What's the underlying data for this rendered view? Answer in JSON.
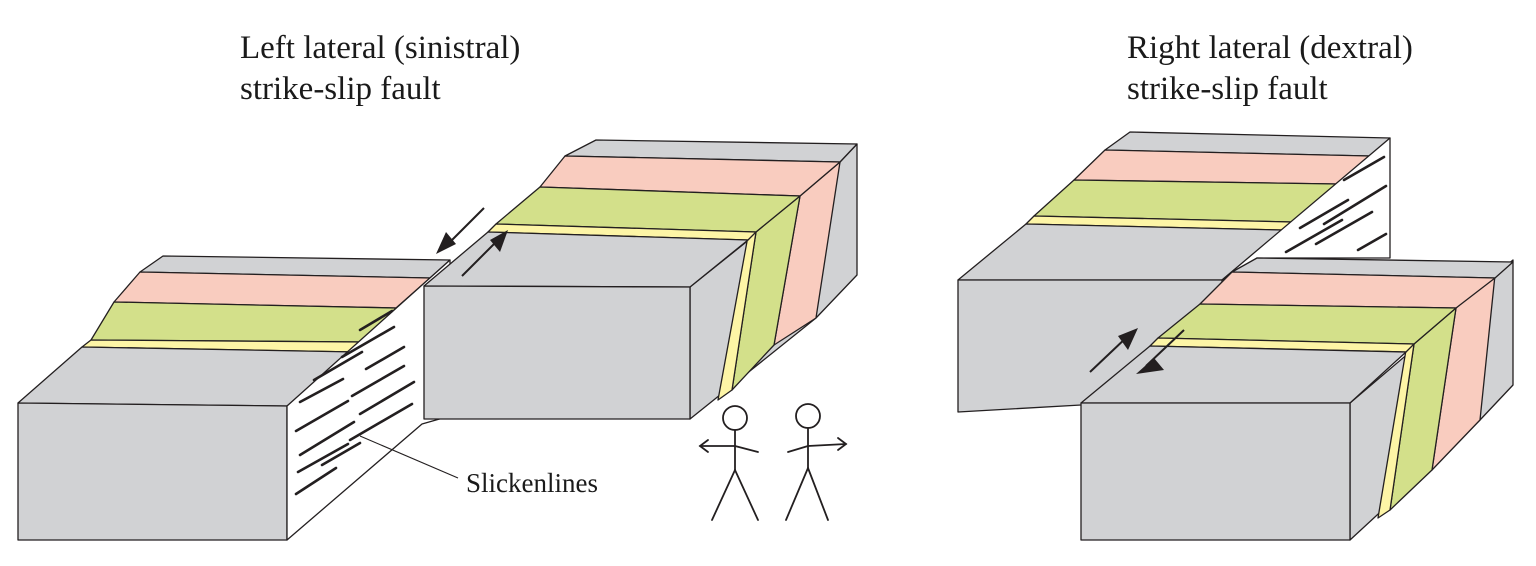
{
  "figure": {
    "left_panel": {
      "title_line1": "Left lateral (sinistral)",
      "title_line2": "strike-slip fault",
      "callout": "Slickenlines"
    },
    "right_panel": {
      "title_line1": "Right lateral (dextral)",
      "title_line2": "strike-slip fault"
    }
  },
  "colors": {
    "rock_gray": "#d1d2d4",
    "bed_pink": "#f9ccbf",
    "bed_green": "#d3e08a",
    "bed_yellow": "#fdf5a6",
    "fault_plane": "#ffffff",
    "outline": "#231f20"
  }
}
